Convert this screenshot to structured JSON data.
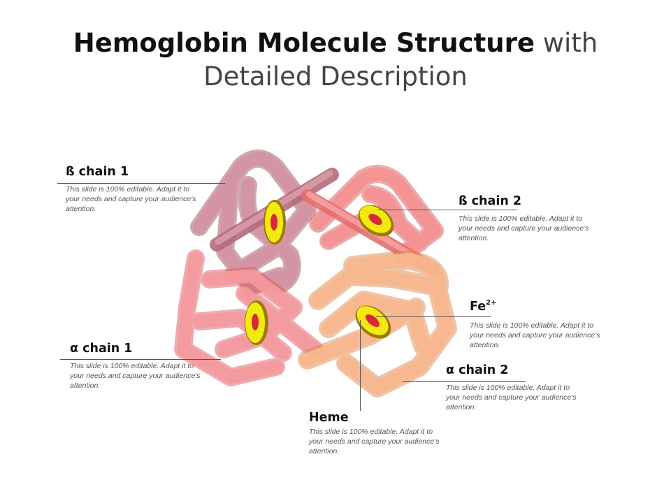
{
  "title": {
    "bold": "Hemoglobin Molecule Structure",
    "light_1": "with",
    "light_2": "Detailed Description"
  },
  "labels": {
    "beta1": {
      "heading": "ß chain 1",
      "text": "This slide is 100% editable. Adapt it to your needs and capture your audience's attention."
    },
    "beta2": {
      "heading": "ß chain 2",
      "text": "This slide is 100% editable. Adapt it to your needs and capture your audience's attention."
    },
    "fe": {
      "heading": "Fe",
      "superscript": "2+",
      "text": "This slide is 100% editable. Adapt it to your needs and capture your audience's attention."
    },
    "alpha1": {
      "heading": "α chain 1",
      "text": "This slide is 100% editable. Adapt it to your needs and capture your audience's attention."
    },
    "alpha2": {
      "heading": "α chain 2",
      "text": "This slide is 100% editable. Adapt it to your needs and capture your audience's attention."
    },
    "heme": {
      "heading": "Heme",
      "text": "This slide is 100% editable. Adapt it to your needs and capture your audience's attention."
    }
  },
  "colors": {
    "beta1_chain": "#c98a98",
    "beta2_chain": "#ee7c7c",
    "alpha1_chain": "#f08a8a",
    "alpha2_chain": "#f5a877",
    "heme_ring": "#f2ea0f",
    "heme_ring_edge": "#9a7b06",
    "iron_center": "#d8283a",
    "leader_line": "#555555"
  }
}
